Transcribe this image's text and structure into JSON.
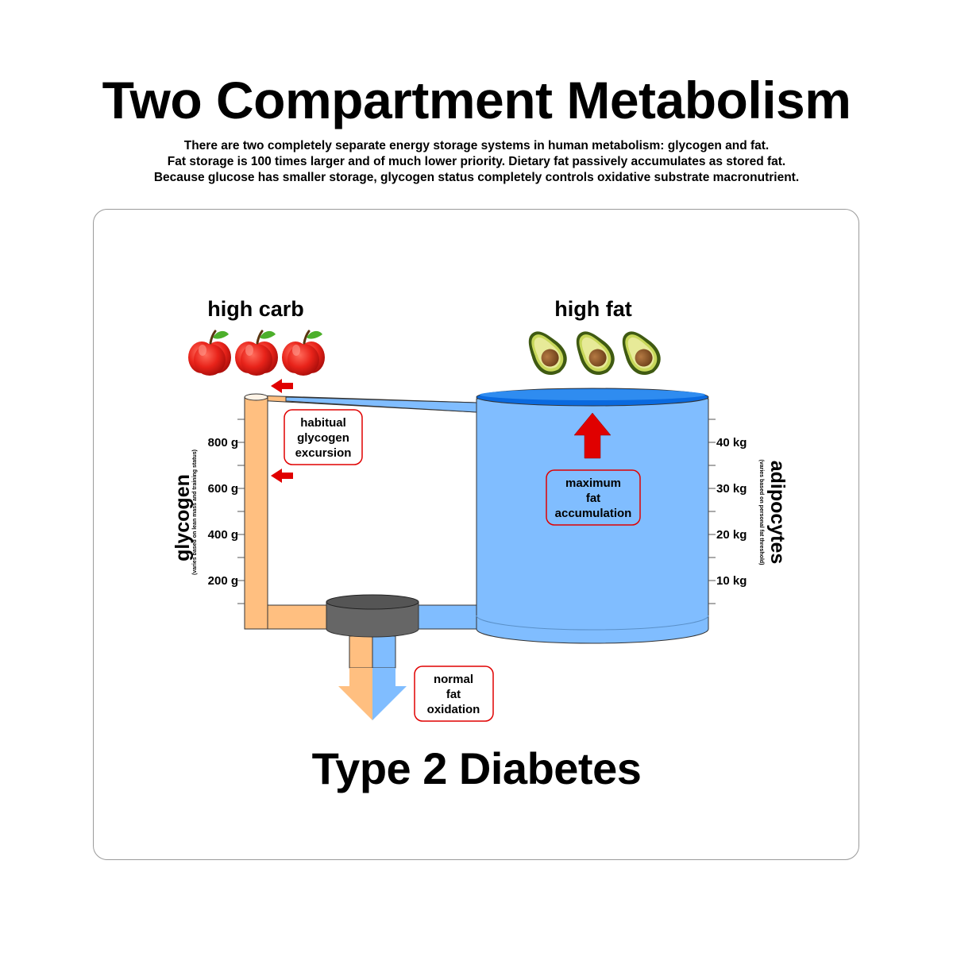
{
  "title": "Two Compartment Metabolism",
  "subtitle": [
    "There are two completely separate energy storage systems in human metabolism:  glycogen and fat.",
    "Fat storage is 100 times larger and of much lower priority.  Dietary fat passively accumulates as stored fat.",
    "Because glucose has smaller storage, glycogen status completely controls oxidative substrate macronutrient."
  ],
  "left": {
    "heading": "high carb",
    "axis_title": "glycogen",
    "axis_note": "(varies based on lean mass and training status)",
    "ticks": [
      "800 g",
      "600 g",
      "400 g",
      "200 g"
    ],
    "food_icon": "apple-icon",
    "food_count": 3,
    "callout": [
      "habitual",
      "glycogen",
      "excursion"
    ]
  },
  "right": {
    "heading": "high fat",
    "axis_title": "adipocytes",
    "axis_note": "(varies based on personal fat threshold)",
    "ticks": [
      "40 kg",
      "30 kg",
      "20 kg",
      "10 kg"
    ],
    "food_icon": "avocado-icon",
    "food_count": 3,
    "callout": [
      "maximum",
      "fat",
      "accumulation"
    ]
  },
  "output": {
    "callout": [
      "normal",
      "fat",
      "oxidation"
    ]
  },
  "bottom_title": "Type 2 Diabetes",
  "colors": {
    "glycogen": "#ffbf80",
    "fat": "#80bdff",
    "fat_surface": "#0a6ae0",
    "arrow_red": "#e00000",
    "valve": "#666666",
    "callout_border": "#e00000"
  }
}
